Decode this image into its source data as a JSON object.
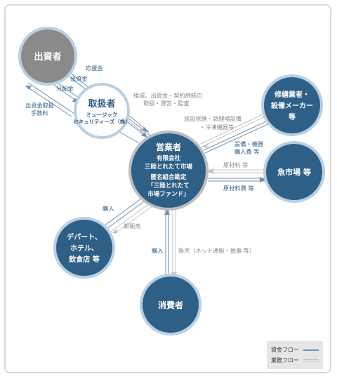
{
  "nodes": {
    "investor": "出資者",
    "handler": {
      "title": "取扱者",
      "sub1": "ミュージック",
      "sub2": "セキュリティーズ（株）"
    },
    "operator": {
      "title": "営業者",
      "l1": "有限会社",
      "l2": "三陸とれたて市場",
      "l3": "匿名組合勘定",
      "l4": "「三陸とれたて",
      "l5": "市場ファンド」"
    },
    "repair": {
      "l1": "修繕業者・",
      "l2": "設備メーカー",
      "l3": "等"
    },
    "fishmarket": "魚市場 等",
    "dept": {
      "l1": "デパート、",
      "l2": "ホテル、",
      "l3": "飲食店 等"
    },
    "consumer": "消費者"
  },
  "labels": {
    "support": "応援金",
    "investment": "出資金",
    "distribution": "分配金",
    "invest_fee_1": "出資金取扱",
    "invest_fee_2": "手数料",
    "org_1": "組成、出資金・契約締結の",
    "org_2": "取扱・運営・監査",
    "facility_1": "旅設修繕・調理場設備",
    "facility_2": "・冷凍機器等",
    "equipment_1": "設備・機器",
    "equipment_2": "購入費 等",
    "raw_material": "原材料 等",
    "raw_cost": "原材料費 等",
    "purchase_dept": "購入",
    "wholesale": "卸販売",
    "purchase_consumer": "購入",
    "sales": "販売（ネット通販・催事 等）"
  },
  "legend": {
    "money_flow": "資金フロー",
    "business_flow": "業務フロー"
  },
  "colors": {
    "node_fill": "#2e5f87",
    "investor_fill": "#8a8a8a",
    "ring": "#b9cfe2",
    "money_line": "#6e8fb0",
    "business_line": "#c4c4c4",
    "blue_text": "#2f5f86",
    "gray_text": "#8a8a8a"
  }
}
